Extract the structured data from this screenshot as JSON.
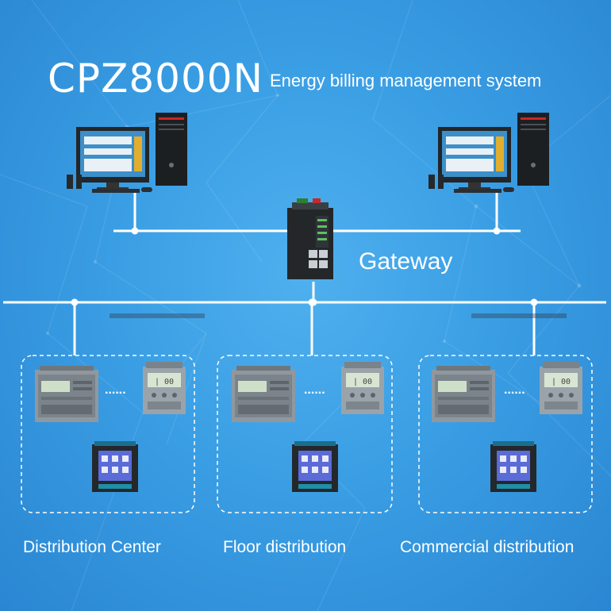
{
  "title": {
    "product": "CPZ8000N",
    "subtitle": "Energy billing management system"
  },
  "gateway": {
    "label": "Gateway"
  },
  "zones": [
    {
      "label": "Distribution Center"
    },
    {
      "label": "Floor distribution"
    },
    {
      "label": "Commercial distribution"
    }
  ],
  "meter_ellipsis": "......",
  "colors": {
    "background": "#3a9ee4",
    "lines": "#ffffff",
    "device_dark": "#2b2f33",
    "meter_body": "#a9b1b8",
    "lcd": "#cfe0c8"
  },
  "icons": [
    "desktop-computer-icon",
    "industrial-gateway-icon",
    "din-rail-meter-icon",
    "panel-meter-icon"
  ]
}
